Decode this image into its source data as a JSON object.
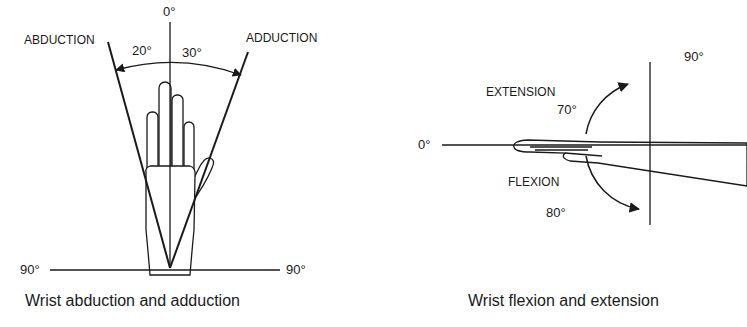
{
  "diagram": {
    "labels": [
      "ABDUCTION",
      "0°",
      "ADDUCTION",
      "20°",
      "30°",
      "90°",
      "90°",
      "Wrist abduction and adduction",
      "EXTENSION",
      "90°",
      "70°",
      "0°",
      "FLEXION",
      "80°",
      "Wrist flexion and extension"
    ]
  }
}
